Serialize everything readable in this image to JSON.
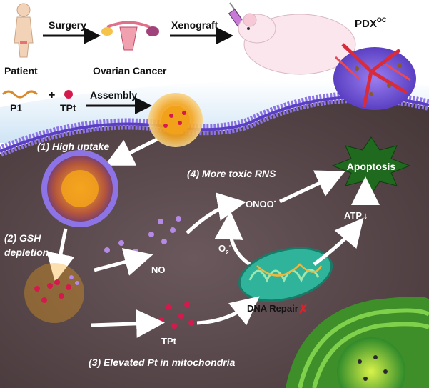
{
  "top": {
    "patient": "Patient",
    "surgery": "Surgery",
    "ovarian_cancer": "Ovarian Cancer",
    "xenograft": "Xenograft",
    "pdx_base": "PDX",
    "pdx_sup": "OC",
    "p1": "P1",
    "plus": "+",
    "tpt_legend": "TPt",
    "assembly": "Assembly"
  },
  "cell": {
    "high_uptake": "(1) High uptake",
    "gsh_line1": "(2) GSH",
    "gsh_line2": "depletion",
    "more_toxic": "(4) More toxic RNS",
    "apoptosis": "Apoptosis",
    "onoo": "ONOO",
    "onoo_sup": "-",
    "atp": "ATP",
    "atp_arrow": "↓",
    "o2": "O",
    "o2_sub": "2",
    "o2_sup": "-",
    "no": "NO",
    "dna_repair": "DNA Repair",
    "dna_x": "✗",
    "tpt": "TPt",
    "elevated_pt": "(3) Elevated Pt in mitochondria"
  },
  "colors": {
    "cell_interior": "#5b4a4e",
    "membrane": "#7b5fd8",
    "apoptosis_star": "#1f6a1f",
    "tpt_particle": "#d41a4c",
    "no_particle": "#b48ae6",
    "mitochondria": "#2fb39a",
    "er_green": "#4fae2b"
  }
}
